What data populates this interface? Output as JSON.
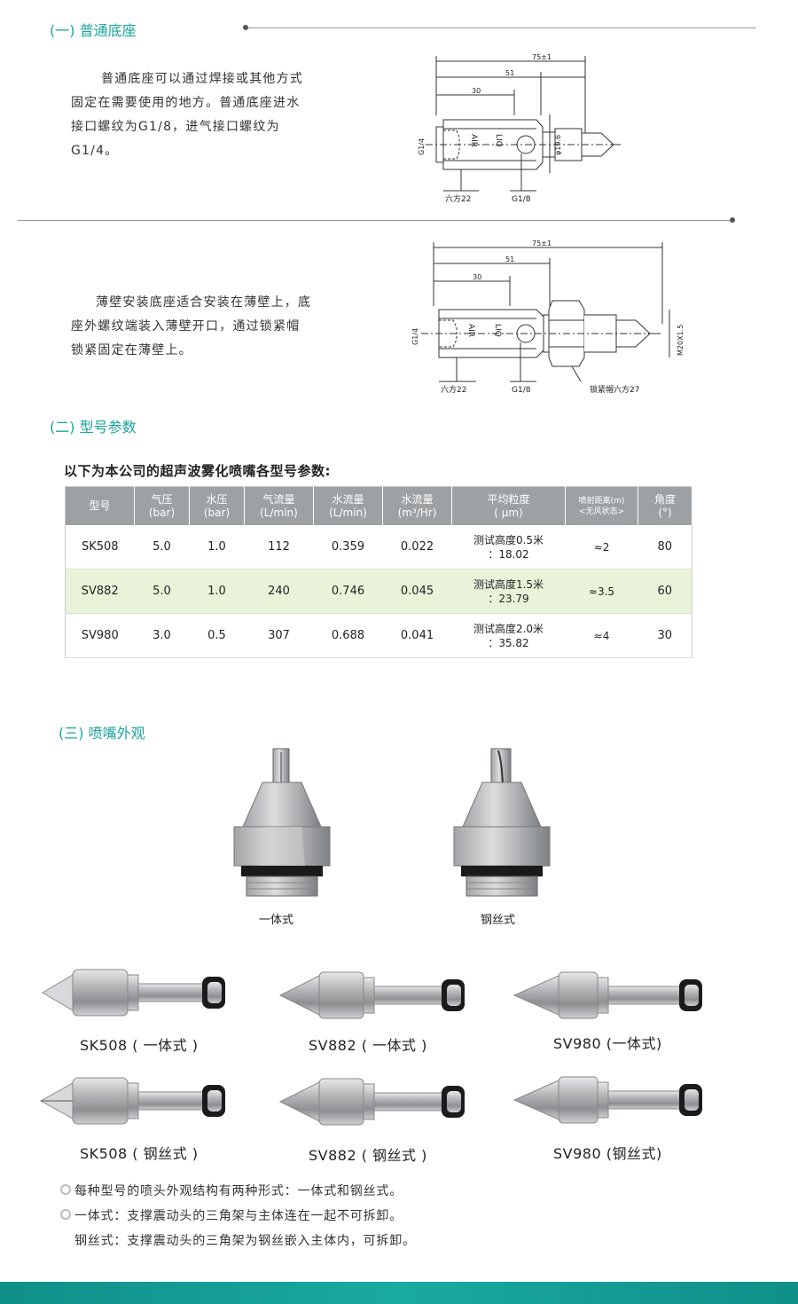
{
  "section1": {
    "title": "(一) 普通底座",
    "desc": [
      "普通底座可以通过焊接或其他方式",
      "固定在需要使用的地方。普通底座进水",
      "接口螺纹为G1/8，进气接口螺纹为",
      "G1/4。"
    ],
    "drawing": {
      "dim_total": "75±1",
      "dim_51": "51",
      "dim_30": "30",
      "g14": "G1/4",
      "air": "AIR",
      "liq": "LIQ",
      "phi": "φ19.6",
      "hex": "六方22",
      "g18": "G1/8"
    }
  },
  "section1b": {
    "desc": [
      "薄壁安装底座适合安装在薄壁上，底",
      "座外螺纹端装入薄壁开口，通过锁紧帽",
      "锁紧固定在薄壁上。"
    ],
    "drawing": {
      "dim_total": "75±1",
      "dim_51": "51",
      "dim_30": "30",
      "g14": "G1/4",
      "air": "AIR",
      "liq": "LIQ",
      "thread": "M20X1.5",
      "hex": "六方22",
      "g18": "G1/8",
      "lock": "锁紧帽六方27"
    }
  },
  "section2": {
    "title": "(二) 型号参数",
    "table_title": "以下为本公司的超声波雾化喷嘴各型号参数:",
    "headers": [
      [
        "型号",
        ""
      ],
      [
        "气压",
        "(bar)"
      ],
      [
        "水压",
        "(bar)"
      ],
      [
        "气流量",
        "(L/min)"
      ],
      [
        "水流量",
        "(L/min)"
      ],
      [
        "水流量",
        "(m³/Hr)"
      ],
      [
        "平均粒度",
        "( μm)"
      ],
      [
        "喷射距离(m)",
        "<无风状态>"
      ],
      [
        "角度",
        "(°)"
      ]
    ],
    "rows": [
      {
        "model": "SK508",
        "air_p": "5.0",
        "water_p": "1.0",
        "air_flow": "112",
        "water_flow_l": "0.359",
        "water_flow_m3": "0.022",
        "size_1": "测试高度0.5米",
        "size_2": "：18.02",
        "distance": "≈2",
        "angle": "80"
      },
      {
        "model": "SV882",
        "air_p": "5.0",
        "water_p": "1.0",
        "air_flow": "240",
        "water_flow_l": "0.746",
        "water_flow_m3": "0.045",
        "size_1": "测试高度1.5米",
        "size_2": "：23.79",
        "distance": "≈3.5",
        "angle": "60"
      },
      {
        "model": "SV980",
        "air_p": "3.0",
        "water_p": "0.5",
        "air_flow": "307",
        "water_flow_l": "0.688",
        "water_flow_m3": "0.041",
        "size_1": "测试高度2.0米",
        "size_2": "：35.82",
        "distance": "≈4",
        "angle": "30"
      }
    ]
  },
  "section3": {
    "title": "(三) 喷嘴外观",
    "top_labels": [
      "一体式",
      "钢丝式"
    ],
    "products": [
      "SK508 ( 一体式 )",
      "SV882 ( 一体式 )",
      "SV980 (一体式)",
      "SK508 ( 钢丝式 )",
      "SV882 ( 钢丝式 )",
      "SV980 (钢丝式)"
    ],
    "notes": [
      "每种型号的喷头外观结构有两种形式：一体式和钢丝式。",
      "一体式：支撑震动头的三角架与主体连在一起不可拆卸。",
      "钢丝式：支撑震动头的三角架为钢丝嵌入主体内，可拆卸。"
    ]
  },
  "colors": {
    "accent": "#1aa59a",
    "table_header": "#9da1a4",
    "highlight_row": "#e9f3d9",
    "bottom_bar": "#15a39b"
  }
}
